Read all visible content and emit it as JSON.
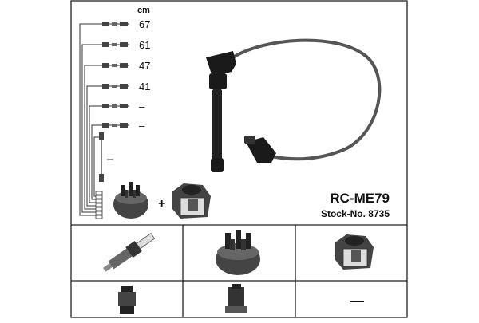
{
  "diagram": {
    "unit_label": "cm",
    "lengths": [
      "67",
      "61",
      "47",
      "41",
      "–",
      "–"
    ],
    "model": "RC-ME79",
    "stock_number": "Stock-No. 8735",
    "plus_sign": "+",
    "not_applicable_mark": "—",
    "icons": {
      "ignition_wire": "ignition-wire-icon",
      "distributor_cap": "distributor-cap-icon",
      "ignition_coil": "ignition-coil-icon",
      "spark_plug": "spark-plug-icon",
      "plug_connector": "plug-connector-icon",
      "cap_connector": "cap-connector-icon"
    },
    "colors": {
      "line": "#222222",
      "wire": "#555555",
      "background": "#ffffff"
    }
  }
}
